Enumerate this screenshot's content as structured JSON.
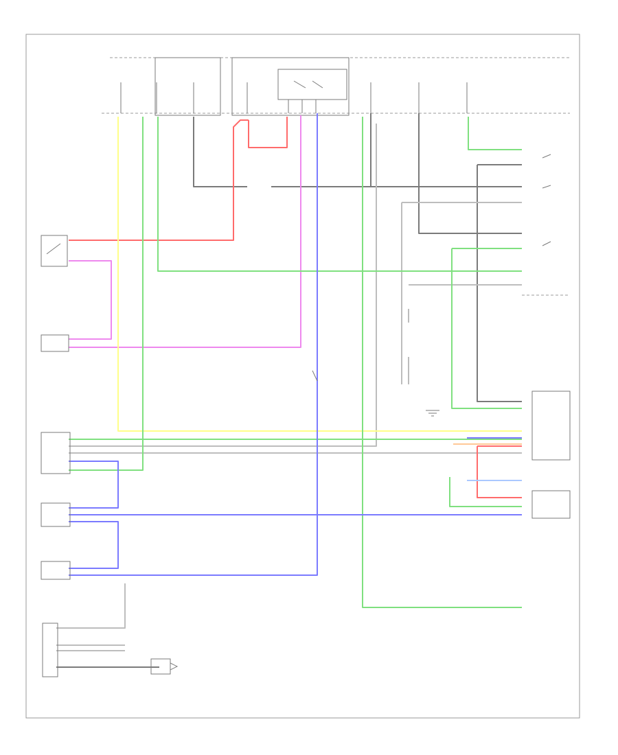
{
  "diagram": {
    "footer_code": "",
    "colors": {
      "frame": "#999999",
      "wire_black": "#777777",
      "wire_red": "#ff6b6b",
      "wire_pink": "#ee88ee",
      "wire_yellow": "#ffff88",
      "wire_green": "#7fe07f",
      "wire_blue": "#7a7aff",
      "wire_gray": "#bdbdbd",
      "wire_orange": "#ffc896",
      "wire_lightblue": "#aac8ff"
    },
    "icons": [
      "switch-symbol",
      "ground-symbol",
      "relay-symbol",
      "motor-symbol",
      "fuse-symbol"
    ],
    "fuse_labels": [],
    "components": [],
    "wire_tags": []
  }
}
